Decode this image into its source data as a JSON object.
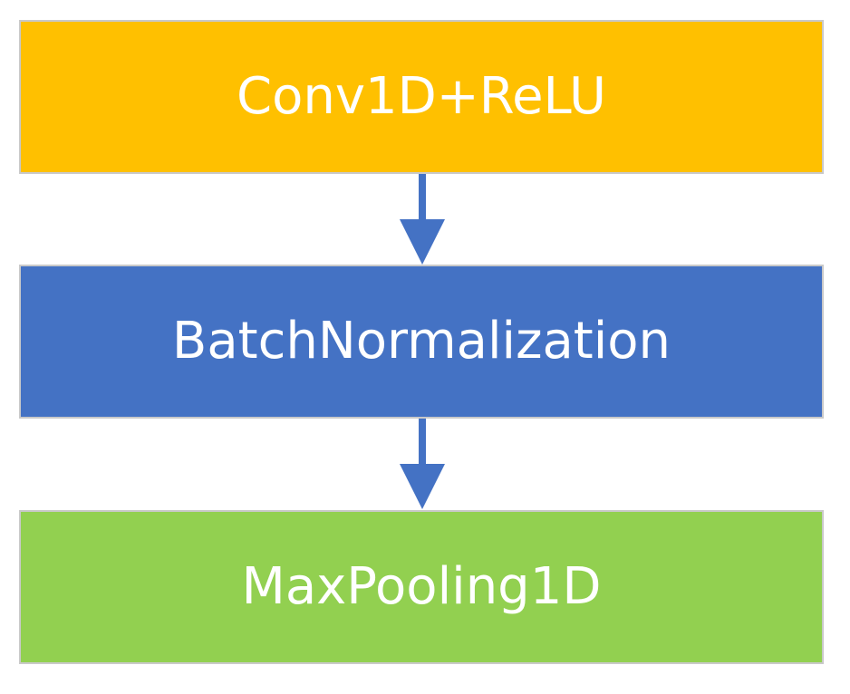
{
  "colors": {
    "conv_block": "#FFC000",
    "batchnorm_block": "#4472C4",
    "pool_block": "#92D050",
    "arrow": "#4472C4",
    "text": "#FFFFFF",
    "border": "#C9C9C9"
  },
  "blocks": [
    {
      "label": "Conv1D+ReLU"
    },
    {
      "label": "BatchNormalization"
    },
    {
      "label": "MaxPooling1D"
    }
  ],
  "arrows": [
    {
      "from": "Conv1D+ReLU",
      "to": "BatchNormalization",
      "icon": "arrow-down-icon"
    },
    {
      "from": "BatchNormalization",
      "to": "MaxPooling1D",
      "icon": "arrow-down-icon"
    }
  ]
}
